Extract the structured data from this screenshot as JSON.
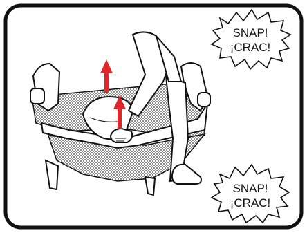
{
  "callouts": [
    {
      "line1": "SNAP!",
      "line2": "¡CRAC!"
    },
    {
      "line1": "SNAP!",
      "line2": "¡CRAC!"
    }
  ],
  "colors": {
    "frame": "#111111",
    "arrow": "#e0262b",
    "mesh": "#4a4a4a"
  },
  "arrows": [
    {
      "icon": "up-arrow-icon",
      "direction": "up"
    },
    {
      "icon": "up-arrow-icon",
      "direction": "up"
    }
  ]
}
